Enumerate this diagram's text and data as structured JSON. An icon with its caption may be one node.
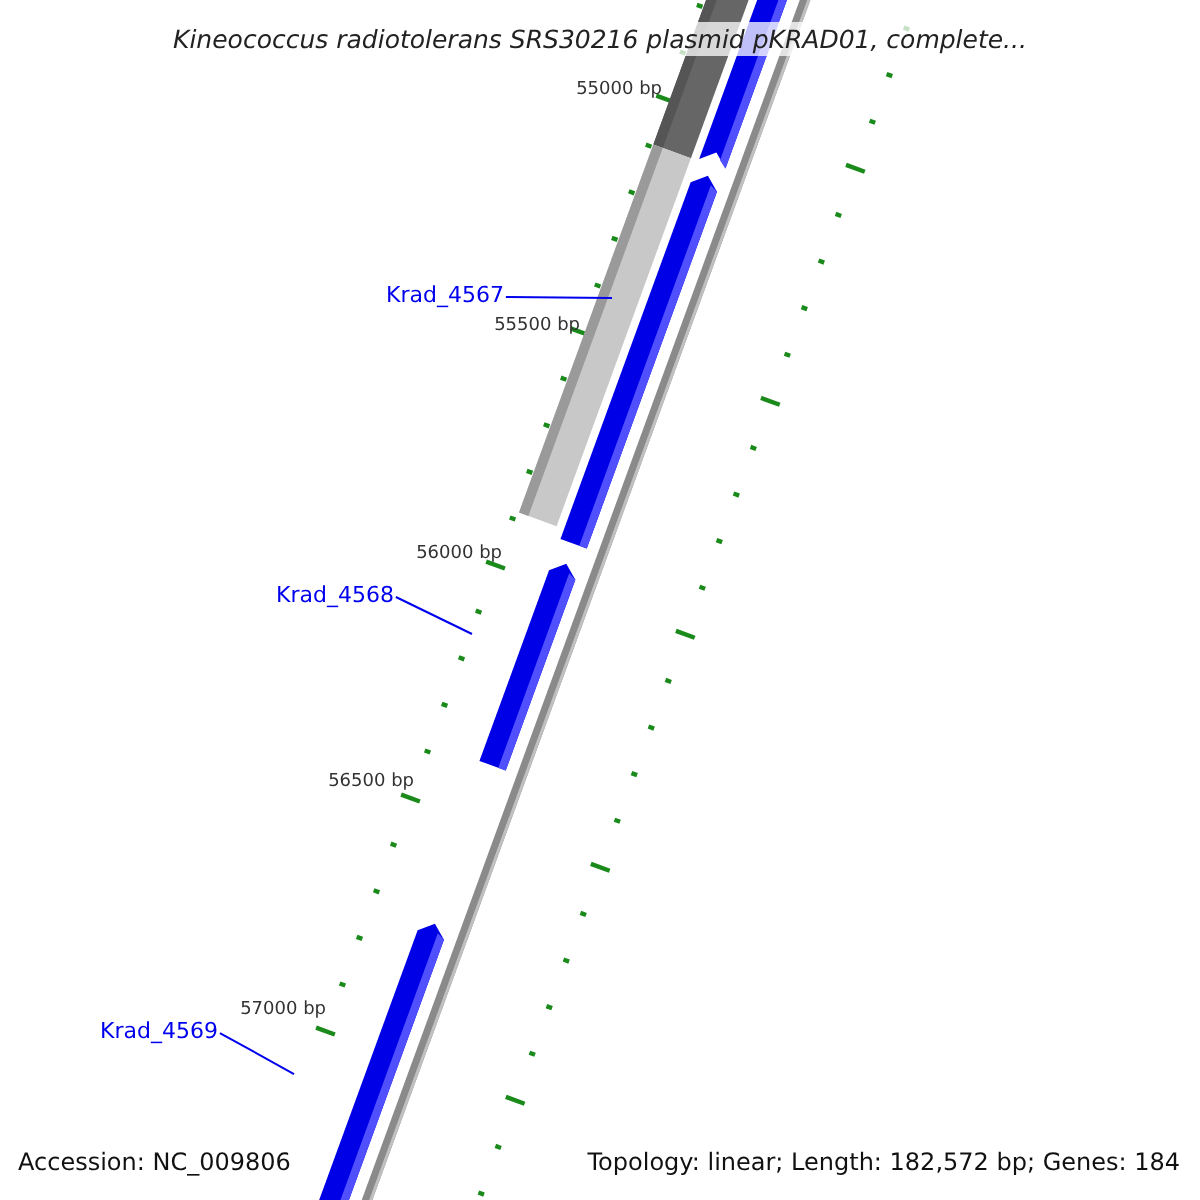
{
  "diagram": {
    "title": "Kineococcus radiotolerans SRS30216 plasmid pKRAD01, complete...",
    "nodes": [
      {
        "text": [
          "Krad_4567"
        ]
      },
      {
        "text": [
          "Krad_4568"
        ]
      },
      {
        "text": [
          "Krad_4569"
        ]
      }
    ],
    "edges": [
      {
        "from": 0,
        "to": null,
        "arrow": "none"
      },
      {
        "from": 1,
        "to": null,
        "arrow": "none"
      },
      {
        "from": 2,
        "to": null,
        "arrow": "none"
      }
    ],
    "labels": [
      "55000 bp",
      "55500 bp",
      "56000 bp",
      "56500 bp",
      "57000 bp",
      "Accession: NC_009806",
      "Topology: linear; Length: 182,572 bp; Genes: 184"
    ]
  }
}
